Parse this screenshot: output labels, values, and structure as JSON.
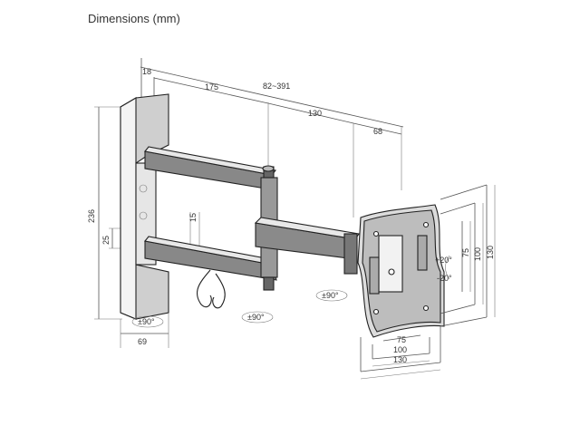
{
  "title": "Dimensions (mm)",
  "dims": {
    "top_small": "18",
    "arm_inner": "175",
    "total_reach": "82~391",
    "arm_outer": "130",
    "plate_offset": "68",
    "height": "236",
    "arm_gap": "25",
    "arm_thickness": "15",
    "wall_width": "69",
    "vesa_v_75": "75",
    "vesa_v_100": "100",
    "vesa_v_130": "130",
    "vesa_h_75": "75",
    "vesa_h_100": "100",
    "vesa_h_130": "130"
  },
  "angles": {
    "wall_swivel": "±90°",
    "mid_swivel": "±90°",
    "plate_swivel": "±90°",
    "tilt_up": "+20°",
    "tilt_down": "-20°"
  }
}
